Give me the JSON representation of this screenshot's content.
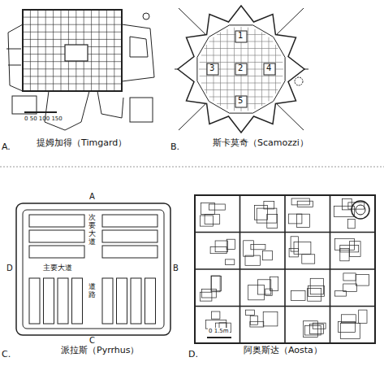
{
  "diagram": {
    "labels": [
      "A.",
      "提姆加得（Timgard）",
      "B.",
      "斯卡莫奇（Scamozzi）",
      "1",
      "3",
      "2",
      "4",
      "5",
      "C.",
      "派拉斯（Pyrrhus）",
      "A",
      "D",
      "B",
      "C",
      "次要大道",
      "主要大道",
      "道路",
      "D.",
      "阿奥斯达（Aosta）",
      "0 50 100 150",
      "0 1.5m"
    ]
  }
}
